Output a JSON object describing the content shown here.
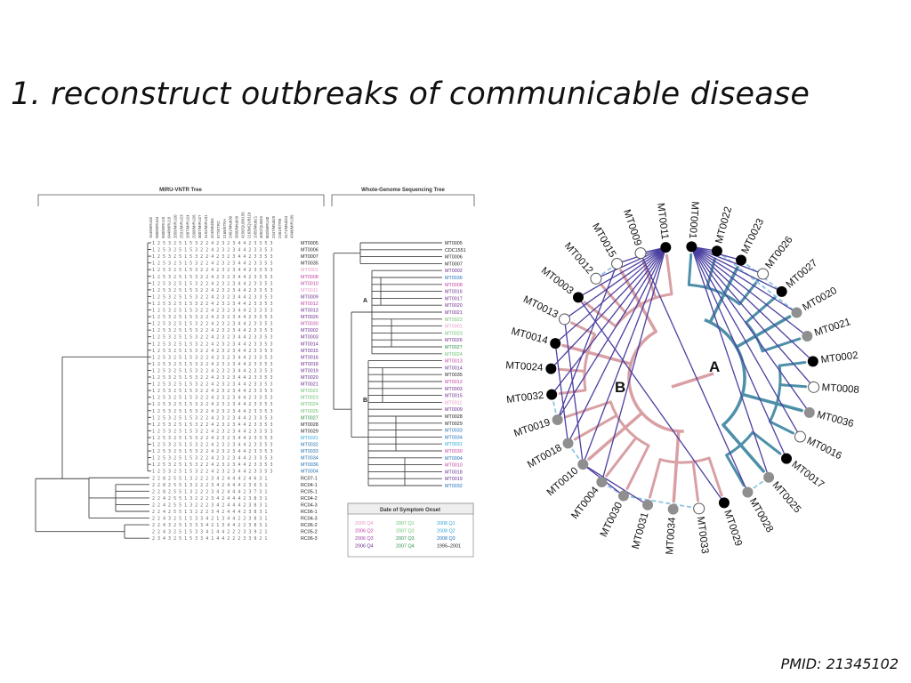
{
  "slide": {
    "title": "1. reconstruct outbreaks of communicable disease",
    "citation": "PMID: 21345102"
  },
  "miru_tree": {
    "title": "MIRU-VNTR Tree",
    "loci": [
      "154/MIRU02",
      "580/MIRU04",
      "960/MIRU10",
      "644/MIRU16",
      "2059/MIRU20",
      "2531/MIRU23",
      "2687/MIRU24",
      "2996/MIRU26",
      "3007/MIRU27",
      "3192/MIRU31",
      "424/Mtub04",
      "577/ETRC",
      "2165/ETRA",
      "2401/Mtub30",
      "3690/Mtub39",
      "4156/QUB4156",
      "2163b/QUB11b",
      "1955/Mtub21",
      "4052/QUB26",
      "802/MIRU40",
      "2347/Mtub29",
      "2461/ETRB",
      "3171/Mtub34",
      "4348/MIRU39"
    ],
    "rows": [
      {
        "profile": "1 2 5 3 2 5 1 5 3 2 2 4 2 3 2 3 4 4 2 3 3 5 3",
        "label": "MT0005",
        "color": "#222222"
      },
      {
        "profile": "1 2 5 3 2 5 1 5 3 2 2 4 2 3 2 3 4 4 2 3 3 5 3",
        "label": "MT0006",
        "color": "#222222"
      },
      {
        "profile": "1 2 5 3 2 5 1 5 3 2 2 4 2 3 2 3 4 4 2 3 3 5 3",
        "label": "MT0007",
        "color": "#222222"
      },
      {
        "profile": "1 2 5 3 2 5 1 5 3 2 2 4 2 3 2 3 4 4 2 3 3 5 3",
        "label": "MT0035",
        "color": "#222222"
      },
      {
        "profile": "1 2 5 3 2 5 1 5 3 2 2 4 2 3 2 3 4 4 2 3 3 5 3",
        "label": "MT0001",
        "color": "#e49ac6"
      },
      {
        "profile": "1 2 5 3 2 5 1 5 3 2 2 4 2 3 2 3 4 4 2 3 3 5 3",
        "label": "MT0008",
        "color": "#c03fa0"
      },
      {
        "profile": "1 2 5 3 2 5 1 5 3 2 2 4 2 3 2 3 4 4 2 3 3 5 3",
        "label": "MT0010",
        "color": "#c03fa0"
      },
      {
        "profile": "1 2 5 3 2 5 1 5 3 2 2 4 2 3 2 3 4 4 2 3 3 5 3",
        "label": "MT0011",
        "color": "#e49ac6"
      },
      {
        "profile": "1 2 5 3 2 5 1 5 3 2 2 4 2 3 2 3 4 4 2 3 3 5 3",
        "label": "MT0009",
        "color": "#6a2a8e"
      },
      {
        "profile": "1 2 5 3 2 5 1 5 3 2 2 4 2 3 2 3 4 4 2 3 3 5 3",
        "label": "MT0012",
        "color": "#c03fa0"
      },
      {
        "profile": "1 2 5 3 2 5 1 5 3 2 2 4 2 3 2 3 4 4 2 3 3 5 3",
        "label": "MT0013",
        "color": "#6a2a8e"
      },
      {
        "profile": "1 2 5 3 2 5 1 5 3 2 2 4 2 3 2 3 4 4 2 3 3 5 3",
        "label": "MT0026",
        "color": "#6a2a8e"
      },
      {
        "profile": "1 2 5 3 2 5 1 5 3 2 2 4 2 3 2 3 4 4 2 3 3 5 3",
        "label": "MT0030",
        "color": "#c03fa0"
      },
      {
        "profile": "1 2 5 3 2 5 1 5 3 2 2 4 2 3 2 3 4 4 2 3 3 5 3",
        "label": "MT0002",
        "color": "#6a2a8e"
      },
      {
        "profile": "1 2 5 3 2 5 1 5 3 2 2 4 2 3 2 3 4 4 2 3 3 5 3",
        "label": "MT0003",
        "color": "#6a2a8e"
      },
      {
        "profile": "1 2 5 3 2 5 1 5 3 2 2 4 2 3 2 3 4 4 2 3 3 5 3",
        "label": "MT0014",
        "color": "#6a2a8e"
      },
      {
        "profile": "1 2 5 3 2 5 1 5 3 2 2 4 2 3 2 3 4 4 2 3 3 5 3",
        "label": "MT0015",
        "color": "#6a2a8e"
      },
      {
        "profile": "1 2 5 3 2 5 1 5 3 2 2 4 2 3 2 3 4 4 2 3 3 5 3",
        "label": "MT0016",
        "color": "#6a2a8e"
      },
      {
        "profile": "1 2 5 3 2 5 1 5 3 2 2 4 2 3 2 3 4 4 2 3 3 5 3",
        "label": "MT0018",
        "color": "#6a2a8e"
      },
      {
        "profile": "1 2 5 3 2 5 1 5 3 2 2 4 2 3 2 3 4 4 2 3 3 5 3",
        "label": "MT0019",
        "color": "#6a2a8e"
      },
      {
        "profile": "1 2 5 3 2 5 1 5 3 2 2 4 2 3 2 3 4 4 2 3 3 5 3",
        "label": "MT0020",
        "color": "#6a2a8e"
      },
      {
        "profile": "1 2 5 3 2 5 1 5 3 2 2 4 2 3 2 3 4 4 2 3 3 5 3",
        "label": "MT0021",
        "color": "#6a2a8e"
      },
      {
        "profile": "1 2 5 3 2 5 1 5 3 2 2 4 2 3 2 3 4 4 2 3 3 5 3",
        "label": "MT0022",
        "color": "#6bbf6b"
      },
      {
        "profile": "1 2 5 3 2 5 1 5 3 2 2 4 2 3 2 3 4 4 2 3 3 5 3",
        "label": "MT0023",
        "color": "#6bbf6b"
      },
      {
        "profile": "1 2 5 3 2 5 1 5 3 2 2 4 2 3 2 3 4 4 2 3 3 5 3",
        "label": "MT0024",
        "color": "#6bbf6b"
      },
      {
        "profile": "1 2 5 3 2 5 1 5 3 2 2 4 2 3 2 3 4 4 2 3 3 5 3",
        "label": "MT0025",
        "color": "#6bbf6b"
      },
      {
        "profile": "1 2 5 3 2 5 1 5 3 2 2 4 2 3 2 3 4 4 2 3 3 5 3",
        "label": "MT0027",
        "color": "#2e8f4a"
      },
      {
        "profile": "1 2 5 3 2 5 1 5 3 2 2 4 2 3 2 3 4 4 2 3 3 5 3",
        "label": "MT0028",
        "color": "#222222"
      },
      {
        "profile": "1 2 5 3 2 5 1 5 3 2 2 4 2 3 2 3 4 4 2 3 3 5 3",
        "label": "MT0029",
        "color": "#222222"
      },
      {
        "profile": "1 2 5 3 2 5 1 5 3 2 2 4 2 3 2 3 4 4 2 3 3 5 3",
        "label": "MT0031",
        "color": "#2fa4d8"
      },
      {
        "profile": "1 2 5 3 2 5 1 5 3 2 2 4 2 3 2 3 4 4 2 3 3 5 3",
        "label": "MT0032",
        "color": "#1a6fb5"
      },
      {
        "profile": "1 2 5 3 2 5 1 5 3 2 2 4 2 3 2 3 4 4 2 3 3 5 3",
        "label": "MT0033",
        "color": "#1a6fb5"
      },
      {
        "profile": "1 2 5 3 2 5 1 5 3 2 2 4 2 3 2 3 4 4 2 3 3 5 3",
        "label": "MT0034",
        "color": "#1a6fb5"
      },
      {
        "profile": "1 2 5 3 2 5 1 5 3 2 2 4 2 3 2 3 4 4 2 3 3 5 3",
        "label": "MT0036",
        "color": "#1a6fb5"
      },
      {
        "profile": "1 2 5 3 2 5 1 5 3 2 2 4 2 3 2 3 4 4 2 3 3 5 3",
        "label": "MT0004",
        "color": "#1a6fb5"
      },
      {
        "profile": "2 2 8 2 5 5 1 3 2 2 2 3 4 2 4 4 4 2 4 6 3 1",
        "label": "RC07-1",
        "color": "#222222"
      },
      {
        "profile": "2 2 8 2 5 5 1 3 2 2 2 3 4 2 4 4 4 2 3 6 3 1",
        "label": "RC04-1",
        "color": "#222222"
      },
      {
        "profile": "2 2 8 2 5 5 1 3 2 2 2 3 4 2 4 4 4 2 3 7 3 1",
        "label": "RC05-1",
        "color": "#222222"
      },
      {
        "profile": "2 2 4 2 5 5 1 3 2 2 2 3 4 2 4 4 4 2 3 8 3 1",
        "label": "RC04-2",
        "color": "#222222"
      },
      {
        "profile": "2 2 4 2 5 5 1 3 2 2 2 3 4 2 4 4 4 2 3 8 3 1",
        "label": "RC04-3",
        "color": "#222222"
      },
      {
        "profile": "2 2 4 2 5 5 1 3 2 2 2 3 4 2 4 4 4 2 3 8 3 1",
        "label": "RC06-1",
        "color": "#222222"
      },
      {
        "profile": "2 2 4 3 2 5 1 5 3 3 4 2 1 3 4 4 2 2 3 8 3 1",
        "label": "RC04-3",
        "color": "#222222"
      },
      {
        "profile": "2 2 4 3 2 5 1 5 3 3 4 2 1 3 4 4 2 2 3 8 3 1",
        "label": "RC06-2",
        "color": "#222222"
      },
      {
        "profile": "2 2 4 3 2 5 1 5 3 3 4 1 4 4 2 2 2 3 3 9 2 1",
        "label": "RC05-2",
        "color": "#222222"
      },
      {
        "profile": "2 3 4 3 2 5 1 5 3 3 4 1 4 4 2 2 2 3 3 9 2 1",
        "label": "RC06-3",
        "color": "#222222"
      }
    ]
  },
  "wgs_tree": {
    "title": "Whole-Genome Sequencing Tree",
    "clade_a": "A",
    "clade_b": "B",
    "leaves": [
      {
        "label": "MT0005",
        "color": "#222222"
      },
      {
        "label": "CDC1551",
        "color": "#222222"
      },
      {
        "label": "MT0006",
        "color": "#222222"
      },
      {
        "label": "MT0007",
        "color": "#222222"
      },
      {
        "label": "MT0002",
        "color": "#6a2a8e"
      },
      {
        "label": "MT0036",
        "color": "#1a6fb5"
      },
      {
        "label": "MT0008",
        "color": "#c03fa0"
      },
      {
        "label": "MT0016",
        "color": "#6a2a8e"
      },
      {
        "label": "MT0017",
        "color": "#6a2a8e"
      },
      {
        "label": "MT0020",
        "color": "#6a2a8e"
      },
      {
        "label": "MT0021",
        "color": "#6a2a8e"
      },
      {
        "label": "MT0022",
        "color": "#6bbf6b"
      },
      {
        "label": "MT0001",
        "color": "#e49ac6"
      },
      {
        "label": "MT0023",
        "color": "#6bbf6b"
      },
      {
        "label": "MT0026",
        "color": "#6a2a8e"
      },
      {
        "label": "MT0027",
        "color": "#2e8f4a"
      },
      {
        "label": "MT0024",
        "color": "#6bbf6b"
      },
      {
        "label": "MT0013",
        "color": "#c03fa0"
      },
      {
        "label": "MT0014",
        "color": "#6a2a8e"
      },
      {
        "label": "MT0035",
        "color": "#222222"
      },
      {
        "label": "MT0012",
        "color": "#c03fa0"
      },
      {
        "label": "MT0003",
        "color": "#6a2a8e"
      },
      {
        "label": "MT0015",
        "color": "#6a2a8e"
      },
      {
        "label": "MT0011",
        "color": "#e49ac6"
      },
      {
        "label": "MT0009",
        "color": "#6a2a8e"
      },
      {
        "label": "MT0028",
        "color": "#222222"
      },
      {
        "label": "MT0029",
        "color": "#222222"
      },
      {
        "label": "MT0033",
        "color": "#1a6fb5"
      },
      {
        "label": "MT0034",
        "color": "#1a6fb5"
      },
      {
        "label": "MT0031",
        "color": "#2fa4d8"
      },
      {
        "label": "MT0030",
        "color": "#c03fa0"
      },
      {
        "label": "MT0004",
        "color": "#1a6fb5"
      },
      {
        "label": "MT0010",
        "color": "#c03fa0"
      },
      {
        "label": "MT0018",
        "color": "#6a2a8e"
      },
      {
        "label": "MT0019",
        "color": "#6a2a8e"
      },
      {
        "label": "MT0032",
        "color": "#1a6fb5"
      }
    ],
    "legend": {
      "title": "Date of Symptom Onset",
      "entries": [
        [
          {
            "text": "2005 Q4",
            "color": "#e49ac6"
          },
          {
            "text": "2007 Q1",
            "color": "#6bbf6b"
          },
          {
            "text": "2008 Q1",
            "color": "#2fa4d8"
          }
        ],
        [
          {
            "text": "2006 Q2",
            "color": "#c03fa0"
          },
          {
            "text": "2007 Q2",
            "color": "#6bbf6b"
          },
          {
            "text": "2008 Q2",
            "color": "#2fa4d8"
          }
        ],
        [
          {
            "text": "2006 Q3",
            "color": "#9b3fa0"
          },
          {
            "text": "2007 Q3",
            "color": "#2e8f4a"
          },
          {
            "text": "2008 Q3",
            "color": "#1a6fb5"
          }
        ],
        [
          {
            "text": "2006 Q4",
            "color": "#6a2a8e"
          },
          {
            "text": "2007 Q4",
            "color": "#2e8f4a"
          },
          {
            "text": "1995–2001",
            "color": "#222222"
          }
        ]
      ]
    }
  },
  "circle_tree": {
    "clade_a": "A",
    "clade_b": "B",
    "nodes": [
      {
        "label": "MT0001",
        "fill": "black"
      },
      {
        "label": "MT0022",
        "fill": "black"
      },
      {
        "label": "MT0023",
        "fill": "black"
      },
      {
        "label": "MT0026",
        "fill": "white"
      },
      {
        "label": "MT0027",
        "fill": "black"
      },
      {
        "label": "MT0020",
        "fill": "gray"
      },
      {
        "label": "MT0021",
        "fill": "gray"
      },
      {
        "label": "MT0002",
        "fill": "black"
      },
      {
        "label": "MT0008",
        "fill": "white"
      },
      {
        "label": "MT0036",
        "fill": "gray"
      },
      {
        "label": "MT0016",
        "fill": "white"
      },
      {
        "label": "MT0017",
        "fill": "black"
      },
      {
        "label": "MT0025",
        "fill": "gray"
      },
      {
        "label": "MT0028",
        "fill": "gray"
      },
      {
        "label": "MT0029",
        "fill": "black"
      },
      {
        "label": "MT0033",
        "fill": "white"
      },
      {
        "label": "MT0034",
        "fill": "gray"
      },
      {
        "label": "MT0031",
        "fill": "gray"
      },
      {
        "label": "MT0030",
        "fill": "gray"
      },
      {
        "label": "MT0004",
        "fill": "gray"
      },
      {
        "label": "MT0010",
        "fill": "gray"
      },
      {
        "label": "MT0018",
        "fill": "gray"
      },
      {
        "label": "MT0019",
        "fill": "gray"
      },
      {
        "label": "MT0032",
        "fill": "black"
      },
      {
        "label": "MT0024",
        "fill": "black"
      },
      {
        "label": "MT0014",
        "fill": "black"
      },
      {
        "label": "MT0013",
        "fill": "white"
      },
      {
        "label": "MT0003",
        "fill": "black"
      },
      {
        "label": "MT0012",
        "fill": "white"
      },
      {
        "label": "MT0015",
        "fill": "white"
      },
      {
        "label": "MT0009",
        "fill": "white"
      },
      {
        "label": "MT0011",
        "fill": "black"
      }
    ],
    "colors": {
      "clade_a": "#4d8fa8",
      "clade_b": "#d8a0a4",
      "transmission": "#4b3fa0",
      "transmission_light": "#8ec5e4",
      "node_black": "#000000",
      "node_gray": "#8f8f8f",
      "node_white": "#ffffff"
    }
  }
}
